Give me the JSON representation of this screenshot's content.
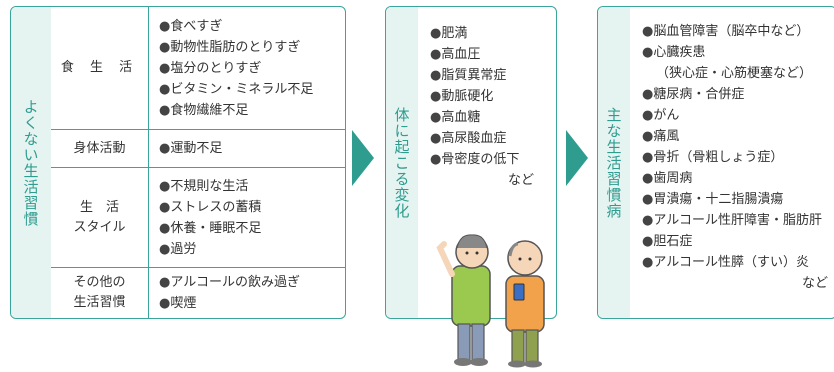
{
  "lifestyle": {
    "heading": "よくない生活習慣",
    "rows": [
      {
        "category": "食 生 活",
        "items": [
          "食べすぎ",
          "動物性脂肪のとりすぎ",
          "塩分のとりすぎ",
          "ビタミン・ミネラル不足",
          "食物繊維不足"
        ]
      },
      {
        "category": "身体活動",
        "items": [
          "運動不足"
        ]
      },
      {
        "category_lines": [
          "生　活",
          "スタイル"
        ],
        "items": [
          "不規則な生活",
          "ストレスの蓄積",
          "休養・睡眠不足",
          "過労"
        ]
      },
      {
        "category_lines": [
          "その他の",
          "生活習慣"
        ],
        "items": [
          "アルコールの飲み過ぎ",
          "喫煙"
        ]
      }
    ]
  },
  "body_change": {
    "heading": "体に起こる変化",
    "items": [
      "肥満",
      "高血圧",
      "脂質異常症",
      "動脈硬化",
      "高血糖",
      "高尿酸血症",
      "骨密度の低下"
    ],
    "etc": "など"
  },
  "diseases": {
    "heading": "主な生活習慣病",
    "items": [
      "脳血管障害（脳卒中など）",
      "心臓疾患"
    ],
    "sub_line": "（狭心症・心筋梗塞など）",
    "items2": [
      "糖尿病・合併症",
      "がん",
      "痛風",
      "骨折（骨粗しょう症）",
      "歯周病",
      "胃潰瘍・十二指腸潰瘍",
      "アルコール性肝障害・脂肪肝",
      "胆石症",
      "アルコール性膵（すい）炎"
    ],
    "etc": "など"
  },
  "colors": {
    "accent": "#3aa59a",
    "heading_bg": "#e6f4f1"
  }
}
